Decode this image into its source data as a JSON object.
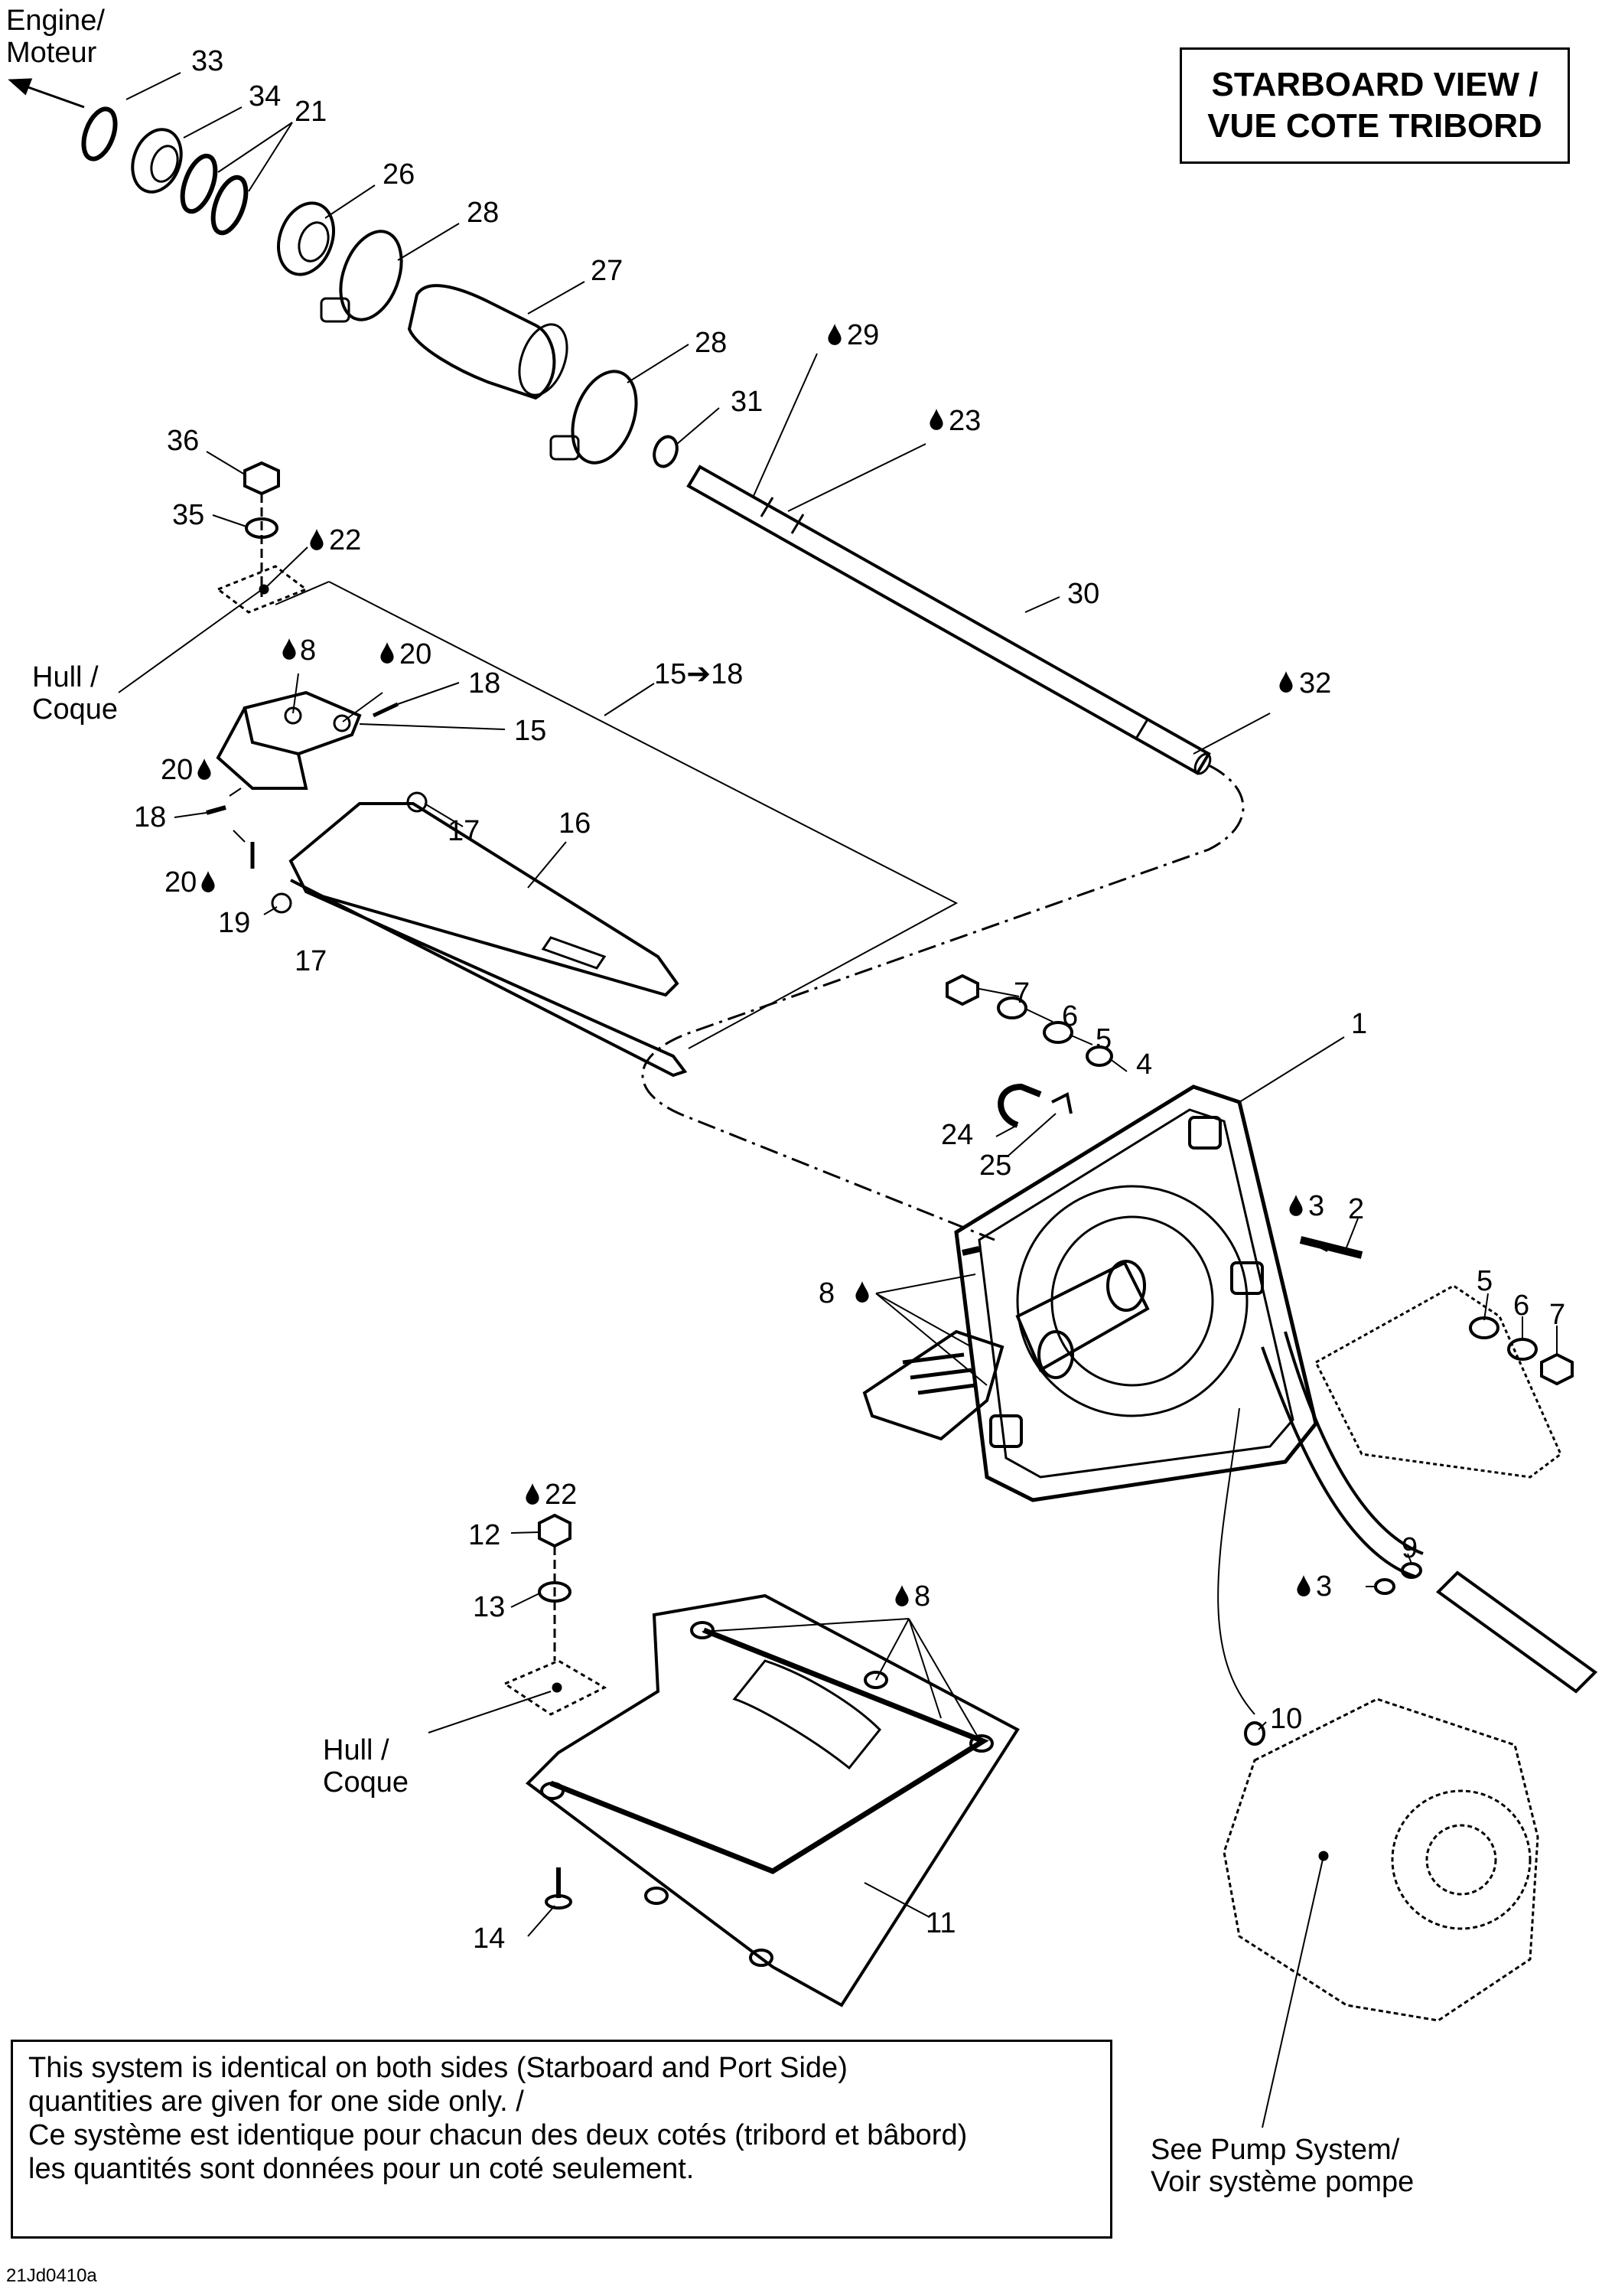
{
  "title": {
    "line1": "STARBOARD VIEW /",
    "line2": "VUE COTE TRIBORD"
  },
  "engine_label": {
    "line1": "Engine/",
    "line2": "Moteur"
  },
  "hull_label_top": {
    "line1": "Hull /",
    "line2": "Coque"
  },
  "hull_label_bottom": {
    "line1": "Hull /",
    "line2": "Coque"
  },
  "pump_ref": {
    "line1": "See Pump System/",
    "line2": "Voir système pompe"
  },
  "note": {
    "line1": "This system is identical on both sides (Starboard and Port Side)",
    "line2": "quantities are given for one side only. /",
    "line3": "Ce système est identique pour chacun des deux cotés (tribord et bâbord)",
    "line4": "les quantités sont données pour un coté seulement."
  },
  "figure_code": "21Jd0410a",
  "drop_icon": "lubricant-drop-icon",
  "callouts": {
    "c1": "1",
    "c2": "2",
    "c3a": "3",
    "c3b": "3",
    "c4": "4",
    "c5a": "5",
    "c5b": "5",
    "c6a": "6",
    "c6b": "6",
    "c7a": "7",
    "c7b": "7",
    "c8a": "8",
    "c8b": "8",
    "c8c": "8",
    "c9": "9",
    "c10": "10",
    "c11": "11",
    "c12": "12",
    "c13": "13",
    "c14": "14",
    "c15": "15",
    "c15r": "15➔18",
    "c16": "16",
    "c17a": "17",
    "c17b": "17",
    "c18a": "18",
    "c18b": "18",
    "c19": "19",
    "c20a": "20",
    "c20b": "20",
    "c20c": "20",
    "c21": "21",
    "c22a": "22",
    "c22b": "22",
    "c23": "23",
    "c24": "24",
    "c25": "25",
    "c26": "26",
    "c27": "27",
    "c28a": "28",
    "c28b": "28",
    "c29": "29",
    "c30": "30",
    "c31": "31",
    "c32": "32",
    "c33": "33",
    "c34": "34",
    "c35": "35",
    "c36": "36"
  }
}
